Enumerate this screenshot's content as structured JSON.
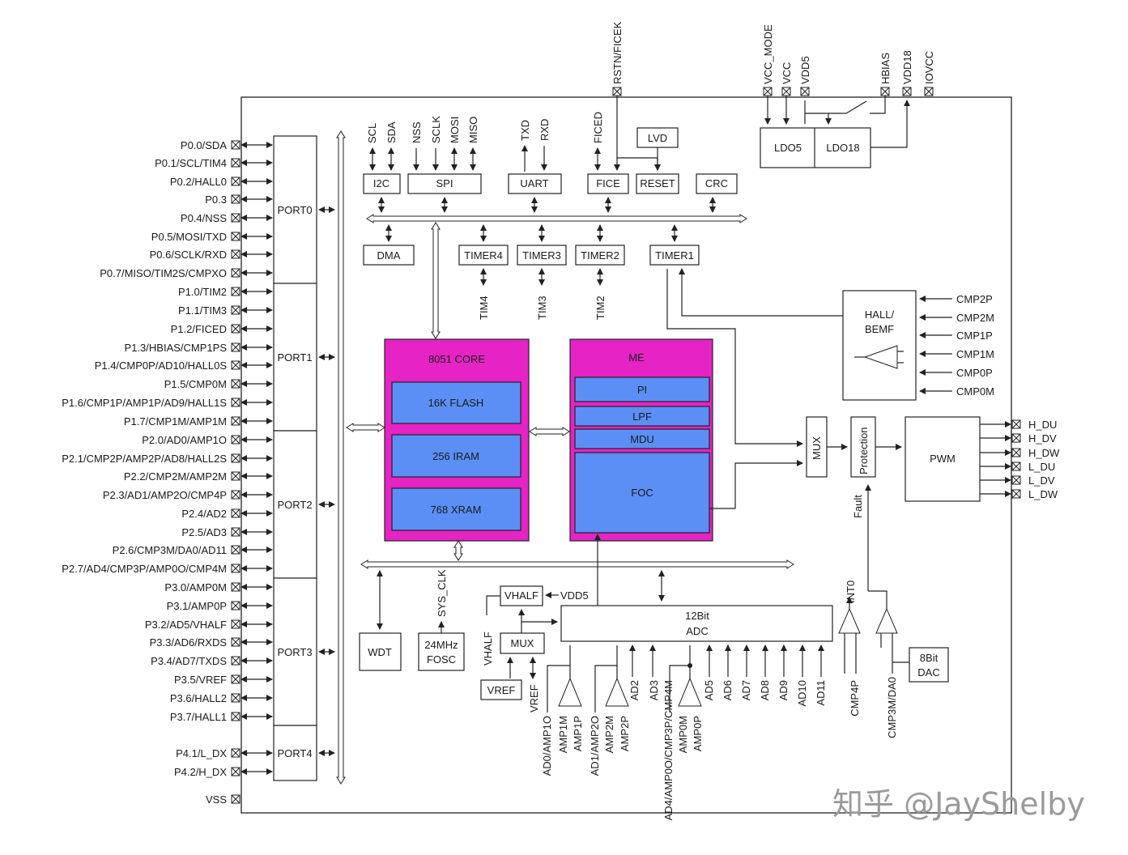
{
  "left_pins": [
    "P0.0/SDA",
    "P0.1/SCL/TIM4",
    "P0.2/HALL0",
    "P0.3",
    "P0.4/NSS",
    "P0.5/MOSI/TXD",
    "P0.6/SCLK/RXD",
    "P0.7/MISO/TIM2S/CMPXO",
    "P1.0/TIM2",
    "P1.1/TIM3",
    "P1.2/FICED",
    "P1.3/HBIAS/CMP1PS",
    "P1.4/CMP0P/AD10/HALL0S",
    "P1.5/CMP0M",
    "P1.6/CMP1P/AMP1P/AD9/HALL1S",
    "P1.7/CMP1M/AMP1M",
    "P2.0/AD0/AMP1O",
    "P2.1/CMP2P/AMP2P/AD8/HALL2S",
    "P2.2/CMP2M/AMP2M",
    "P2.3/AD1/AMP2O/CMP4P",
    "P2.4/AD2",
    "P2.5/AD3",
    "P2.6/CMP3M/DA0/AD11",
    "P2.7/AD4/CMP3P/AMP0O/CMP4M",
    "P3.0/AMP0M",
    "P3.1/AMP0P",
    "P3.2/AD5/VHALF",
    "P3.3/AD6/RXDS",
    "P3.4/AD7/TXDS",
    "P3.5/VREF",
    "P3.6/HALL2",
    "P3.7/HALL1",
    "P4.1/L_DX",
    "P4.2/H_DX",
    "VSS"
  ],
  "ports": [
    "PORT0",
    "PORT1",
    "PORT2",
    "PORT3",
    "PORT4"
  ],
  "top_pins": [
    "RSTN/FICEK",
    "VCC_MODE",
    "VCC",
    "VDD5",
    "HBIAS",
    "VDD18",
    "IOVCC"
  ],
  "peripherals": {
    "i2c": "I2C",
    "spi": "SPI",
    "uart": "UART",
    "fice": "FICE",
    "reset": "RESET",
    "lvd": "LVD",
    "crc": "CRC",
    "dma": "DMA",
    "timer4": "TIMER4",
    "timer3": "TIMER3",
    "timer2": "TIMER2",
    "timer1": "TIMER1",
    "ldo5": "LDO5",
    "ldo18": "LDO18"
  },
  "signals": {
    "scl": "SCL",
    "sda": "SDA",
    "nss": "NSS",
    "sclk": "SCLK",
    "mosi": "MOSI",
    "miso": "MISO",
    "txd": "TXD",
    "rxd": "RXD",
    "ficed": "FICED",
    "tim4": "TIM4",
    "tim3": "TIM3",
    "tim2": "TIM2"
  },
  "core": {
    "title": "8051 CORE",
    "flash": "16K FLASH",
    "iram": "256 IRAM",
    "xram": "768 XRAM"
  },
  "me": {
    "title": "ME",
    "pi": "PI",
    "lpf": "LPF",
    "mdu": "MDU",
    "foc": "FOC"
  },
  "hall": {
    "line1": "HALL/",
    "line2": "BEMF",
    "inputs": [
      "CMP2P",
      "CMP2M",
      "CMP1P",
      "CMP1M",
      "CMP0P",
      "CMP0M"
    ]
  },
  "motor": {
    "mux": "MUX",
    "protection": "Protection",
    "pwm": "PWM",
    "fault": "Fault",
    "outputs": [
      "H_DU",
      "H_DV",
      "H_DW",
      "L_DU",
      "L_DV",
      "L_DW"
    ]
  },
  "bottom": {
    "wdt": "WDT",
    "fosc1": "24MHz",
    "fosc2": "FOSC",
    "sys_clk": "SYS_CLK",
    "vhalf": "VHALF",
    "vdd5": "VDD5",
    "mux": "MUX",
    "vref": "VREF",
    "adc1": "12Bit",
    "adc2": "ADC",
    "dac1": "8Bit",
    "dac2": "DAC",
    "int0": "INT0",
    "vhalf_pin": "VHALF",
    "vref_pin": "VREF"
  },
  "bottom_labels": [
    "AD0/AMP1O",
    "AMP1M",
    "AMP1P",
    "AD1/AMP2O",
    "AMP2M",
    "AMP2P",
    "AD2",
    "AD3",
    "AD4/AMP0O/CMP3P/CMP4M",
    "AMP0M",
    "AMP0P",
    "AD5",
    "AD6",
    "AD7",
    "AD8",
    "AD9",
    "AD10",
    "AD11",
    "CMP4P",
    "CMP3M/DA0"
  ],
  "watermark": "知乎 @JayShelby"
}
